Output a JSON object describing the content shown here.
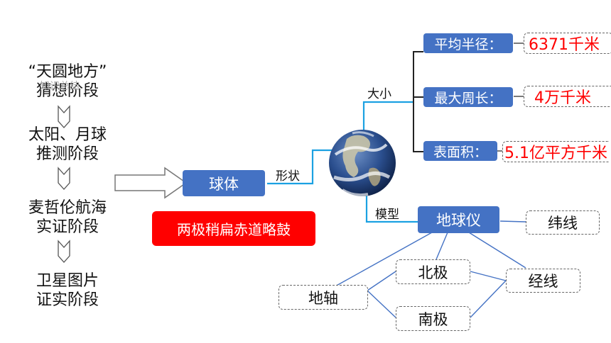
{
  "stages": [
    {
      "line1": "“天圆地方”",
      "line2": "猜想阶段"
    },
    {
      "line1": "太阳、月球",
      "line2": "推测阶段"
    },
    {
      "line1": "麦哲伦航海",
      "line2": "实证阶段"
    },
    {
      "line1": "卫星图片",
      "line2": "证实阶段"
    }
  ],
  "watermark": "知识总结",
  "center": {
    "label": "球体",
    "edge_label": "形状"
  },
  "banner": "两极稍扁赤道略鼓",
  "size": {
    "edge_label": "大小",
    "items": [
      {
        "label": "平均半径：",
        "value": "6371千米"
      },
      {
        "label": "最大周长：",
        "value": "4万千米"
      },
      {
        "label": "表面积：",
        "value": "5.1亿平方千米"
      }
    ]
  },
  "model": {
    "edge_label": "模型",
    "label": "地球仪",
    "latitude": "纬线",
    "longitude": "经线",
    "north": "北极",
    "south": "南极",
    "axis": "地轴"
  },
  "colors": {
    "blue": "#4472c4",
    "connector": "#1ba1e2",
    "red": "#ff0000",
    "branch": "#4472c4"
  }
}
